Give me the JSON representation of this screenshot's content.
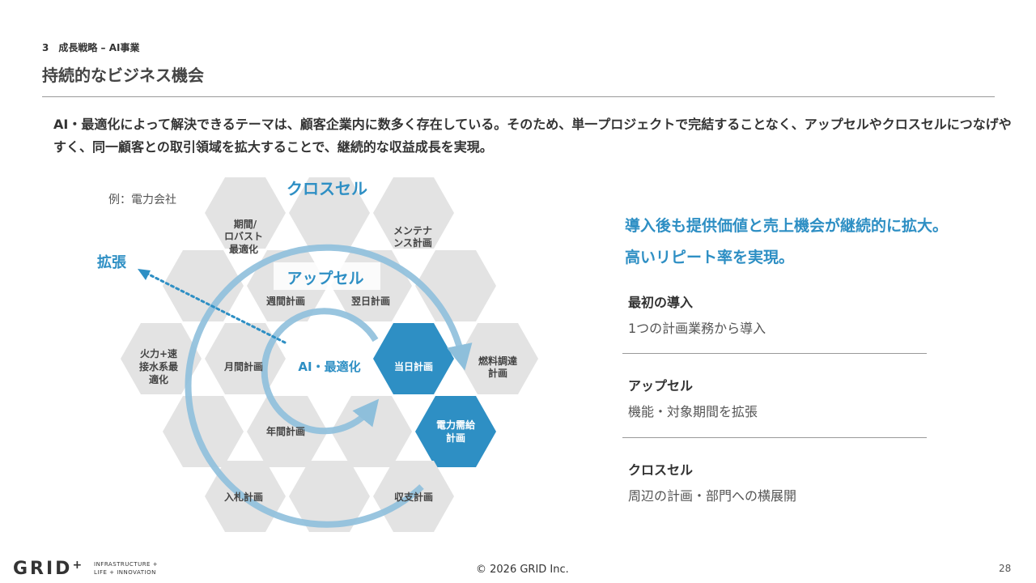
{
  "header": {
    "section_number": "3",
    "section_label": "成長戦略 – AI事業",
    "title": "持続的なビジネス機会"
  },
  "lead_text": "AI・最適化によって解決できるテーマは、顧客企業内に数多く存在している。そのため、単一プロジェクトで完結することなく、アップセルやクロスセルにつなげやすく、同一顧客との取引領域を拡大することで、継続的な収益成長を実現。",
  "diagram": {
    "example_label": "例：電力会社",
    "center_label": "AI・最適化",
    "cross_sell_label": "クロスセル",
    "up_sell_label": "アップセル",
    "expand_label": "拡張",
    "cells": {
      "robust_1": "期間/",
      "robust_2": "ロバスト",
      "robust_3": "最適化",
      "maint_1": "メンテナ",
      "maint_2": "ンス計画",
      "weekly": "週間計画",
      "nextday": "翌日計画",
      "monthly": "月間計画",
      "sameday": "当日計画",
      "fuel_1": "燃料調達",
      "fuel_2": "計画",
      "fire_1": "火力+速",
      "fire_2": "接水系最",
      "fire_3": "適化",
      "yearly": "年間計画",
      "power_1": "電力需給",
      "power_2": "計画",
      "bid": "入札計画",
      "balance": "収支計画"
    },
    "colors": {
      "accent": "#2e8fc4",
      "hex_gray": "#e3e3e3",
      "arrow": "#8ebfdb"
    }
  },
  "right": {
    "headline_1": "導入後も提供価値と売上機会が継続的に拡大。",
    "headline_2": "高いリピート率を実現。",
    "items": [
      {
        "title": "最初の導入",
        "desc": "1つの計画業務から導入"
      },
      {
        "title": "アップセル",
        "desc": "機能・対象期間を拡張"
      },
      {
        "title": "クロスセル",
        "desc": "周辺の計画・部門への横展開"
      }
    ]
  },
  "footer": {
    "logo_text": "GRID",
    "logo_plus": "+",
    "logo_sub_1": "INFRASTRUCTURE +",
    "logo_sub_2": "LIFE + INNOVATION",
    "copyright": "© 2026 GRID Inc.",
    "page": "28"
  }
}
